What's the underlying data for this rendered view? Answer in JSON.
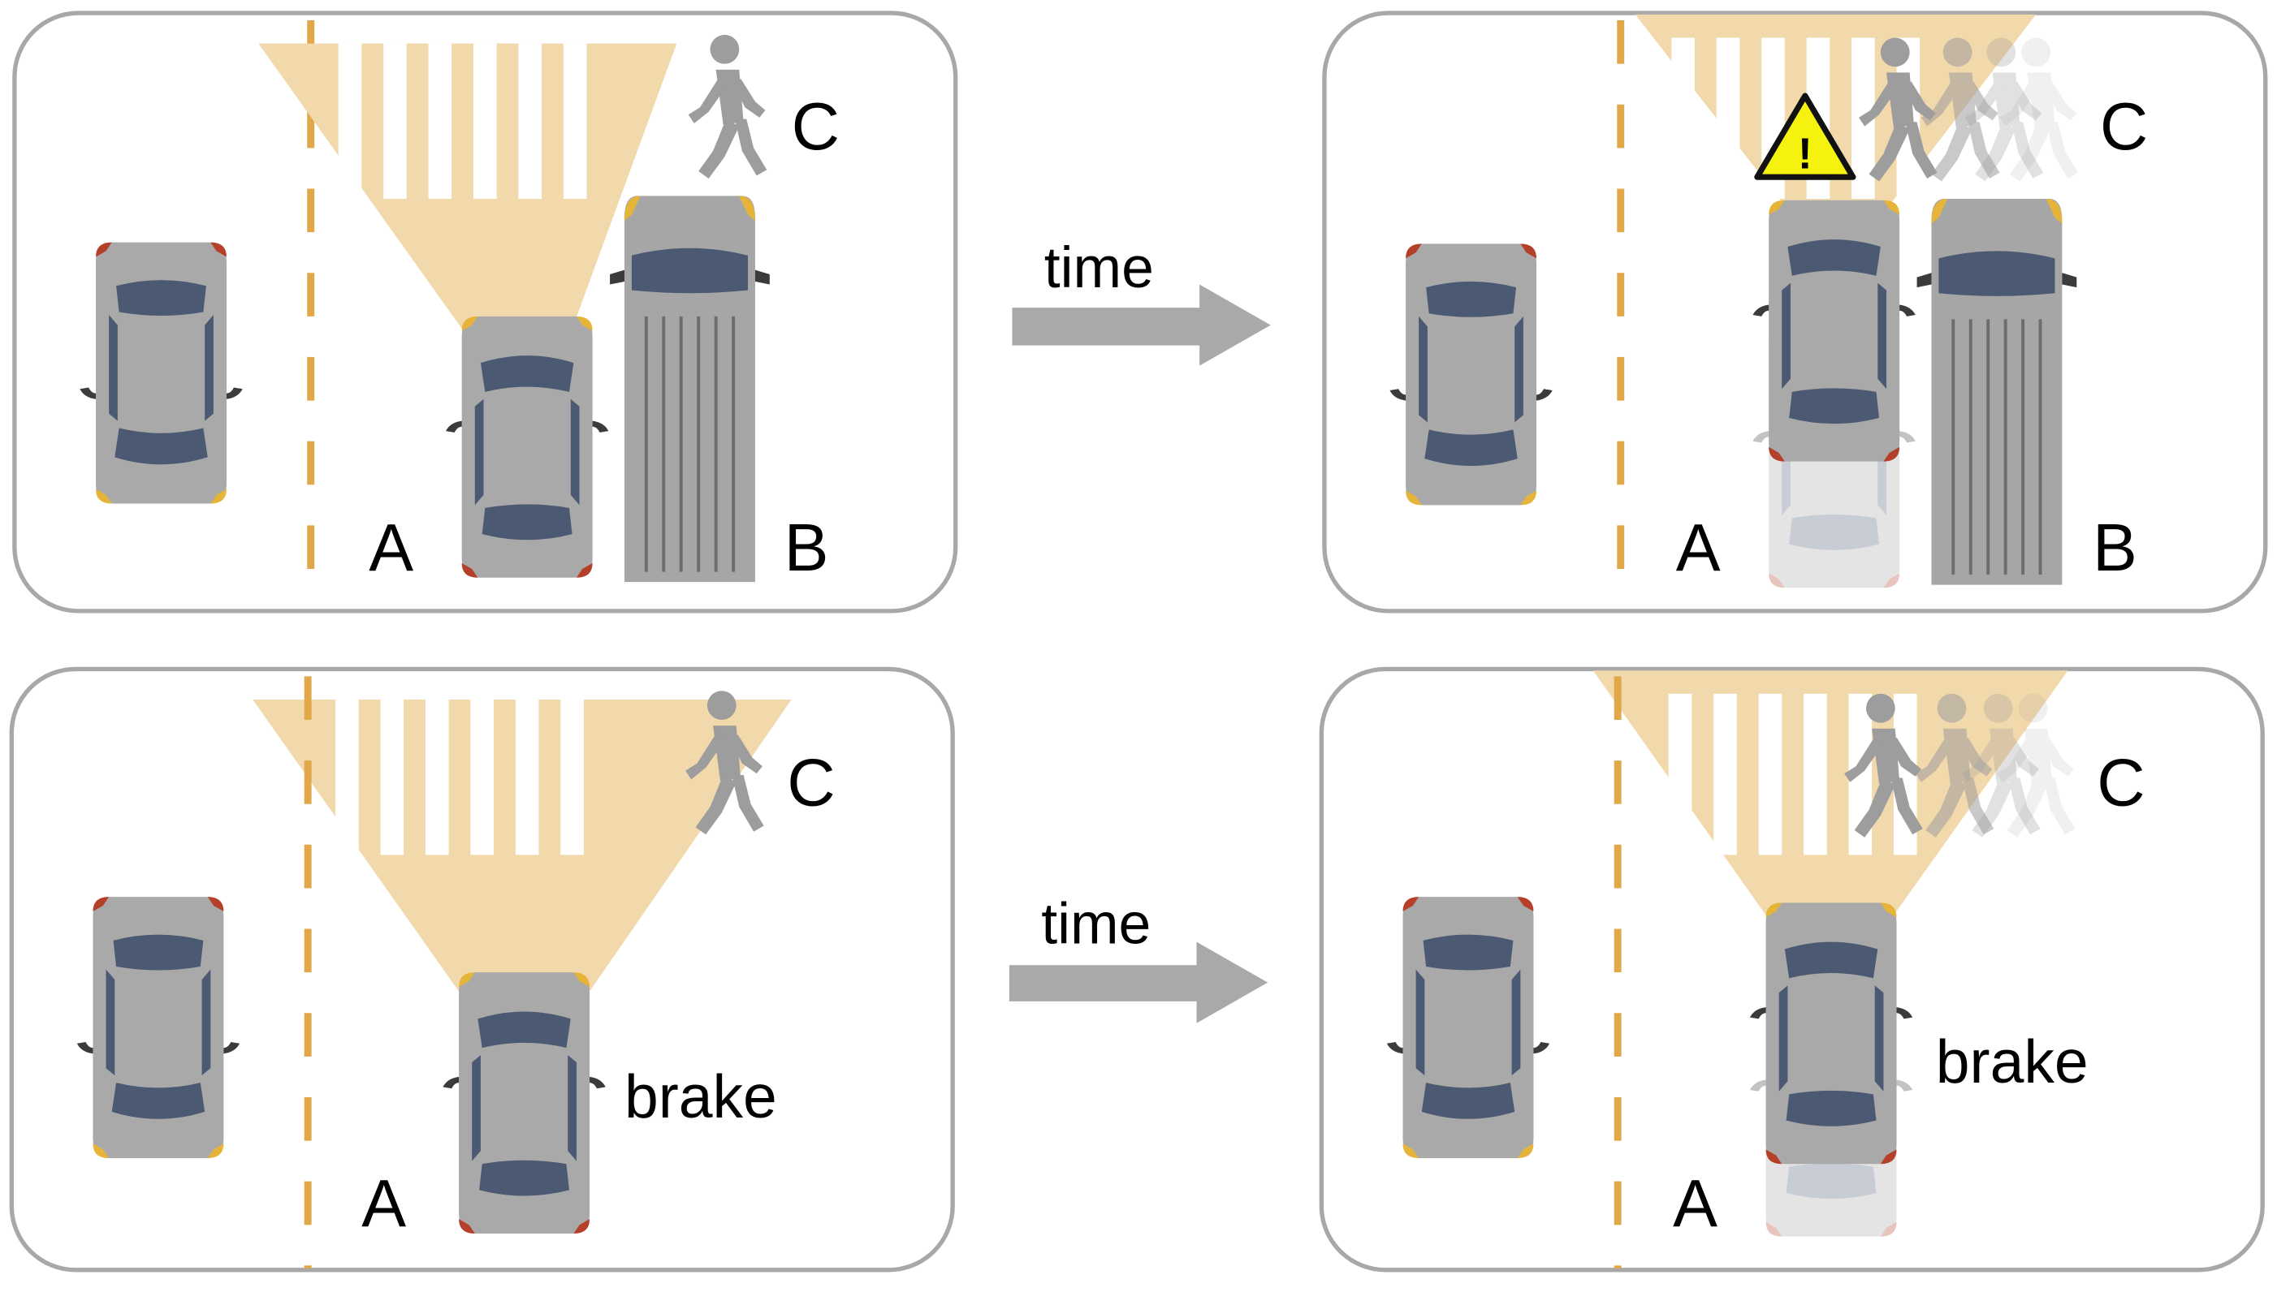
{
  "colors": {
    "panel_border": "#a8a8a8",
    "lane_line": "#e0a849",
    "sensor_cone": "#f2d9ac",
    "car_body": "#a9a9a9",
    "car_glass": "#4b5a72",
    "truck_body": "#a6a6a6",
    "truck_roof": "#4b5a72",
    "pedestrian": "#9d9d9d",
    "arrow": "#a9a9a9",
    "warning_fill": "#f5f20f",
    "tail_light": "#b5402a",
    "head_light": "#e7b43a"
  },
  "panels": [
    {
      "id": "top-before",
      "labels": {
        "ego": "A",
        "occluder": "B",
        "pedestrian": "C"
      }
    },
    {
      "id": "top-after",
      "labels": {
        "ego": "A",
        "occluder": "B",
        "pedestrian": "C"
      },
      "warning_icon": "warning-triangle-icon",
      "warning_glyph": "!"
    },
    {
      "id": "bottom-before",
      "labels": {
        "ego": "A",
        "pedestrian": "C"
      },
      "action": "brake"
    },
    {
      "id": "bottom-after",
      "labels": {
        "ego": "A",
        "pedestrian": "C"
      },
      "action": "brake"
    }
  ],
  "arrows": [
    {
      "label": "time"
    },
    {
      "label": "time"
    }
  ]
}
